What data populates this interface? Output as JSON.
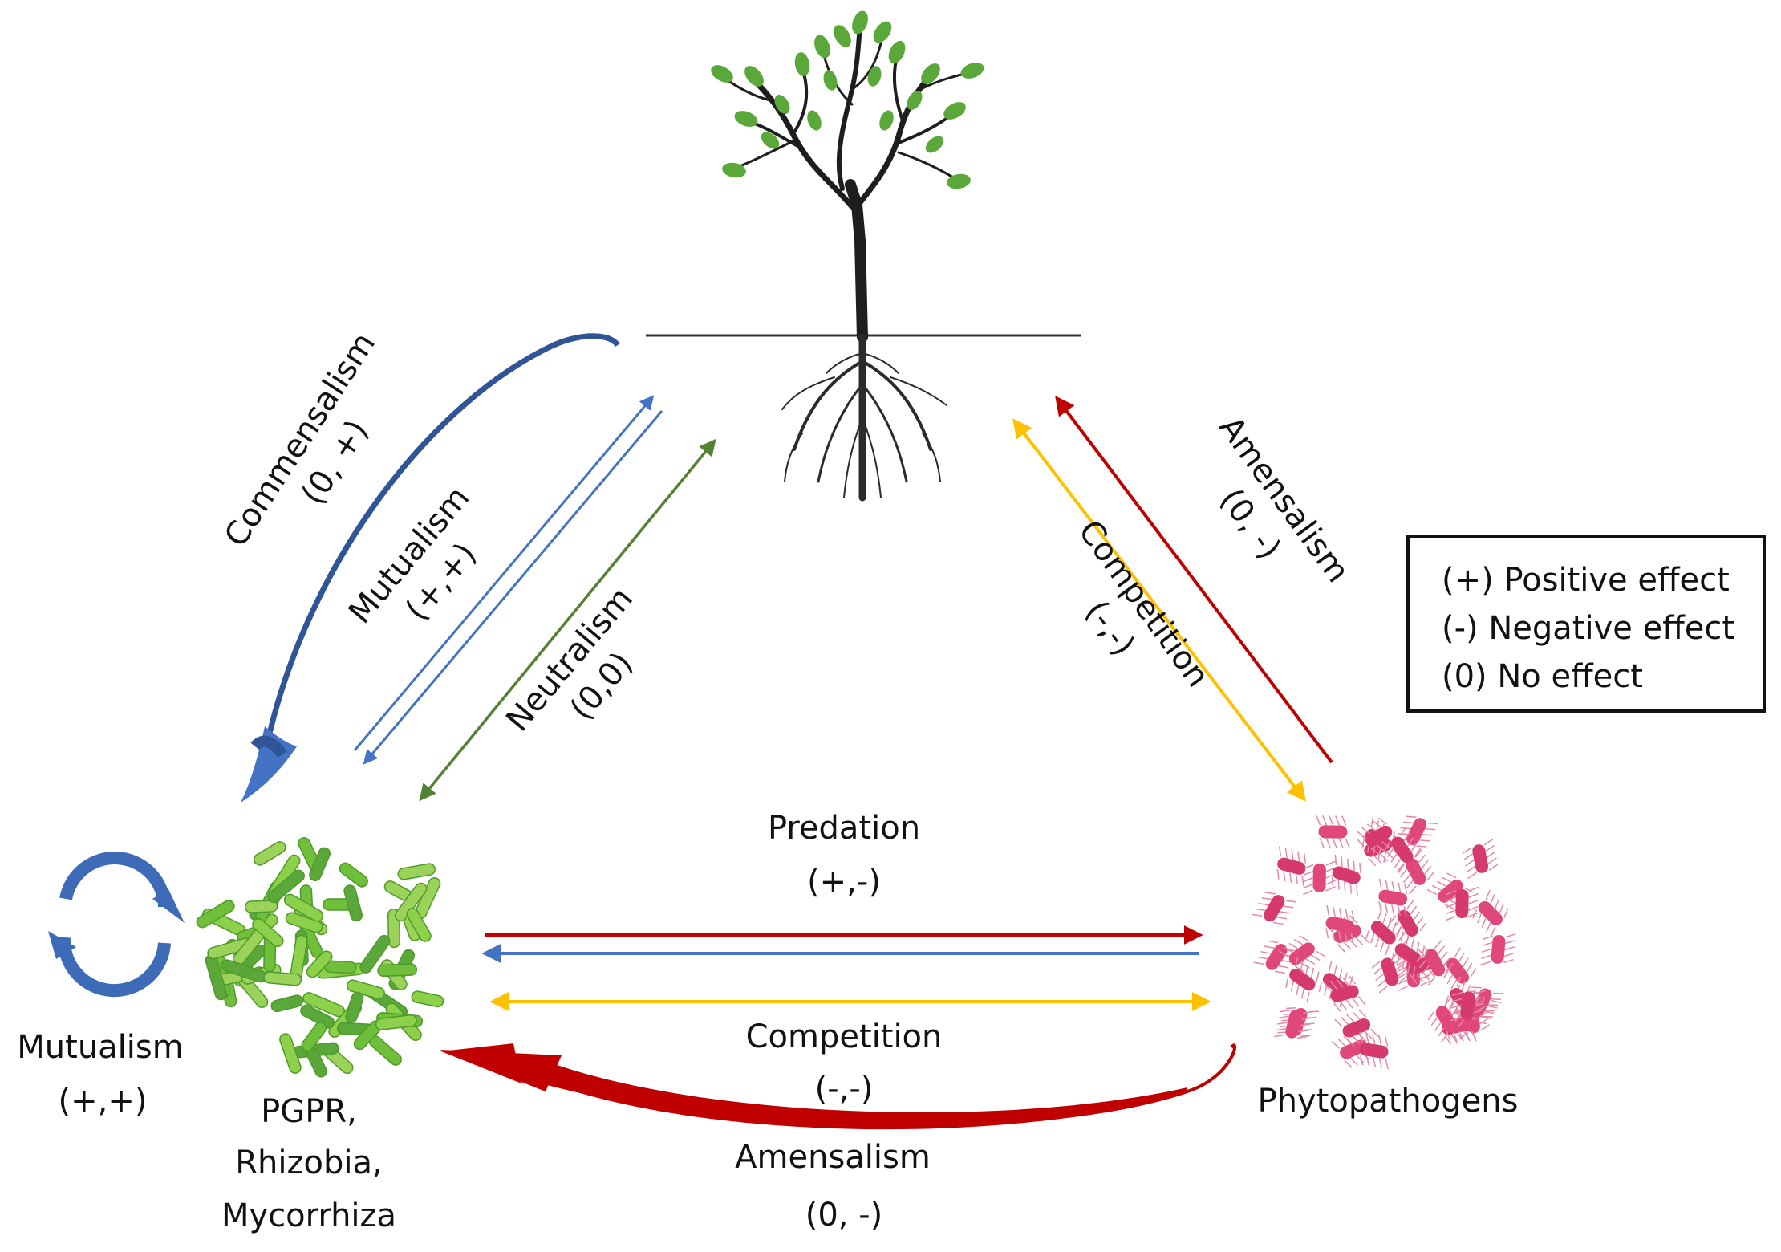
{
  "nodes": {
    "plant": "",
    "beneficial": [
      "PGPR,",
      "Rhizobia,",
      "Mycorrhiza"
    ],
    "pathogens": "Phytopathogens"
  },
  "interactions": {
    "commensalism": {
      "name": "Commensalism",
      "effect": "(0, +)"
    },
    "mutualism_plant": {
      "name": "Mutualism",
      "effect": "(+,+)"
    },
    "neutralism": {
      "name": "Neutralism",
      "effect": "(0,0)"
    },
    "amensalism_plant": {
      "name": "Amensalism",
      "effect": "(0, -)"
    },
    "competition_plant": {
      "name": "Competition",
      "effect": "(-,-)"
    },
    "predation": {
      "name": "Predation",
      "effect": "(+,-)"
    },
    "competition_microbes": {
      "name": "Competition",
      "effect": "(-,-)"
    },
    "amensalism_microbes": {
      "name": "Amensalism",
      "effect": "(0, -)"
    },
    "mutualism_self": {
      "name": "Mutualism",
      "effect": "(+,+)"
    }
  },
  "legend": [
    "(+) Positive effect",
    "(-) Negative effect",
    "(0) No effect"
  ],
  "colors": {
    "commensalism": "#2f5597",
    "mutualism": "#4472c4",
    "neutralism": "#548235",
    "amensalism": "#c00000",
    "competition": "#ffc000",
    "beneficial_microbe": "#6fbf3a",
    "pathogen": "#e0487a",
    "tree": "#2b2b2b",
    "leaf": "#5aa83a"
  },
  "icons": [
    "tree-icon",
    "rod-bacteria-cluster-icon",
    "flagellated-bacteria-cluster-icon",
    "cycle-arrows-icon"
  ]
}
